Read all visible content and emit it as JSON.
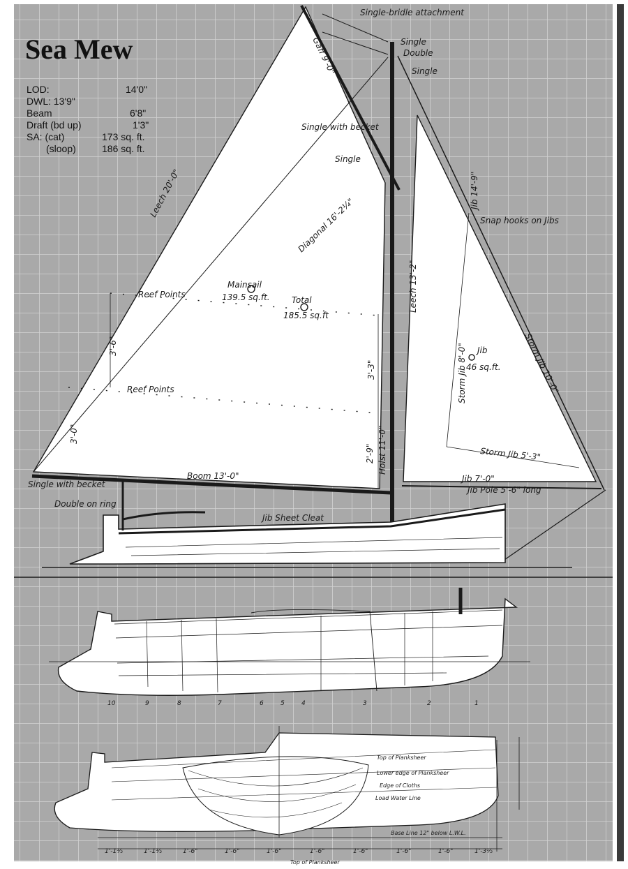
{
  "title": "Sea Mew",
  "specs": {
    "lod_label": "LOD:",
    "lod_value": "14'0\"",
    "dwl": "DWL: 13'9\"",
    "beam_label": "Beam",
    "beam_value": "6'8\"",
    "draft_label": "Draft (bd up)",
    "draft_value": "1'3\"",
    "sa_cat_label": "SA: (cat)",
    "sa_cat_value": "173 sq. ft.",
    "sa_sloop_label": "(sloop)",
    "sa_sloop_value": "186 sq. ft."
  },
  "rig_labels": {
    "bridle": "Single-bridle attachment",
    "single_top": "Single",
    "double_top": "Double",
    "single_top2": "Single",
    "single_becket_top": "Single with becket",
    "single_mid": "Single",
    "snap_hooks": "Snap hooks on Jibs",
    "gaff": "Gaff 9'-0\"",
    "leech_main": "Leech 20'-0\"",
    "diagonal": "Diagonal 16'-2¼\"",
    "leech_jib": "Leech 13'-2\"",
    "luff_jib": "Jib 14'-9\"",
    "storm_luff": "Storm Jib 10'-0\"",
    "reef_top": "Reef Points",
    "reef_bottom": "Reef Points",
    "mainsail": "Mainsail",
    "mainsail_area": "139.5 sq.ft.",
    "total": "Total",
    "total_area": "185.5 sq.ft",
    "reef_dim1": "3'-6\"",
    "reef_dim2": "3'-0\"",
    "hoist_dim1": "3'-3\"",
    "hoist_dim2": "2'-9\"",
    "hoist": "Hoist 11'-0\"",
    "storm_jib_foot_vert": "Storm Jib 8'-0\"",
    "jib": "Jib",
    "jib_area": "46 sq.ft.",
    "storm_jib_foot": "Storm Jib 5'-3\"",
    "jib_foot": "Jib 7'-0\"",
    "jib_pole": "Jib Pole 5'-6\" long",
    "boom": "Boom 13'-0\"",
    "single_becket_boom": "Single with becket",
    "double_ring": "Double on ring",
    "jib_sheet_cleat": "Jib Sheet Cleat"
  },
  "lines_labels": {
    "top_of_planksheer": "Top of Planksheer",
    "lower_edge": "Lower edge of Planksheer",
    "edge_of_cloths": "Edge of Cloths",
    "lwl": "Load Water Line",
    "base_line": "Base Line 12\" below L.W.L.",
    "tip_of_planksheer": "Top of Planksheer",
    "stations": [
      "10",
      "9",
      "8",
      "7",
      "6",
      "5",
      "4",
      "3",
      "2",
      "1"
    ],
    "offsets": [
      "1'-1½",
      "1'-1½",
      "1'-6\"",
      "1'-6\"",
      "1'-6\"",
      "1'-6\"",
      "1'-6\"",
      "1'-6\"",
      "1'-6\"",
      "1'-3½"
    ]
  },
  "colors": {
    "grid_bg": "#a9a9a9",
    "grid_line": "#d6d6d6",
    "sail": "#ffffff",
    "ink": "#1a1a1a",
    "frame": "#3a3a3a"
  }
}
